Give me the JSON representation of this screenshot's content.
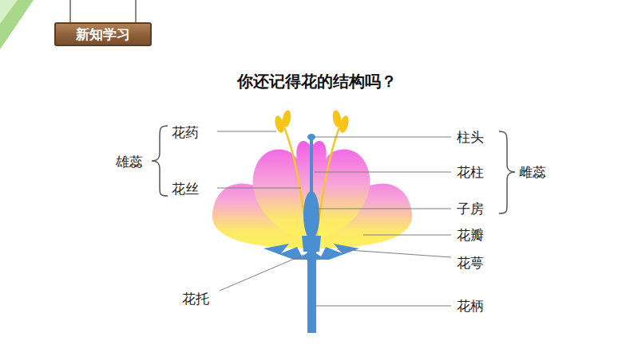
{
  "diagram": {
    "title": "你还记得花的结构吗？",
    "nodes": [
      {
        "text": [
          "新知学习"
        ]
      }
    ],
    "labels": [
      "花药",
      "花丝",
      "雄蕊",
      "柱头",
      "花柱",
      "子房",
      "雌蕊",
      "花瓣",
      "花萼",
      "花托",
      "花柄"
    ]
  }
}
